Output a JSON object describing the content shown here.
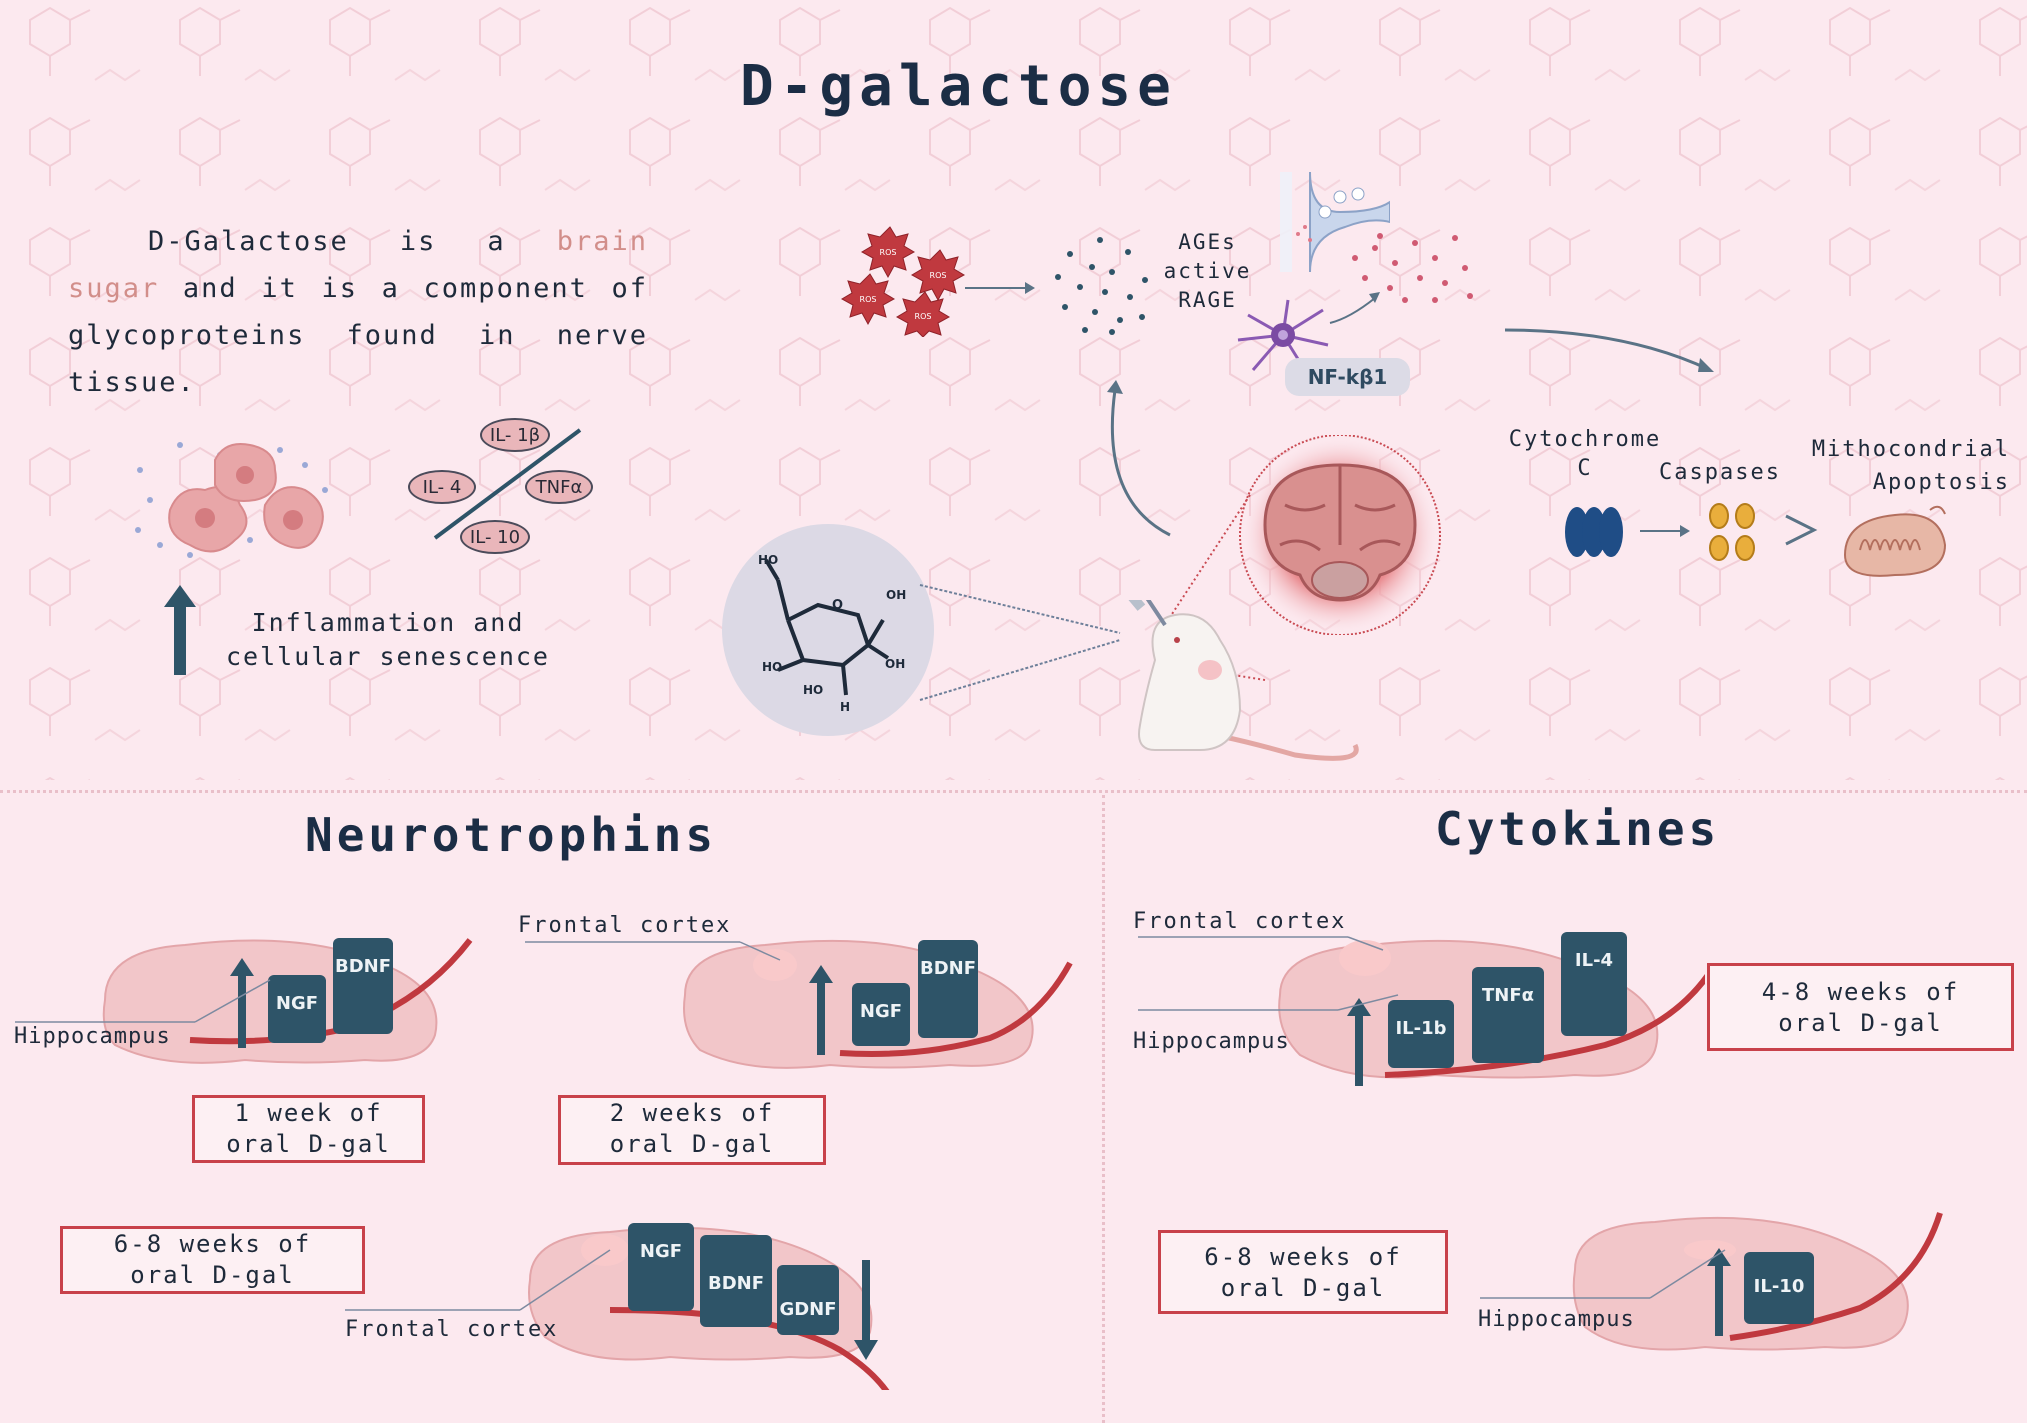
{
  "title": "D-galactose",
  "intro": {
    "p1": "D-Galactose is a ",
    "highlight": "brain sugar",
    "p2": " and it is a component of glycoproteins found in nerve tissue."
  },
  "inflammation": {
    "label": "Inflammation and cellular senescence",
    "cytokines": [
      "IL- 1β",
      "IL- 4",
      "TNFα",
      "IL- 10"
    ]
  },
  "pathway": {
    "ros_label": "ROS",
    "ages_label": "AGEs active RAGE",
    "nfkb_label": "NF-kβ1",
    "cytochrome_label": "Cytochrome C",
    "caspases_label": "Caspases",
    "mito_label": "Mithocondrial Apoptosis",
    "glucose_atoms": [
      "HO",
      "O",
      "HO",
      "HO",
      "OH",
      "OH",
      "H"
    ]
  },
  "neurotrophins": {
    "title": "Neurotrophins",
    "panel1": {
      "region": "Hippocampus",
      "bars": [
        "NGF",
        "BDNF"
      ],
      "duration": "1 week of oral D-gal",
      "direction": "up"
    },
    "panel2": {
      "region": "Frontal cortex",
      "bars": [
        "NGF",
        "BDNF"
      ],
      "duration": "2 weeks of oral D-gal",
      "direction": "up"
    },
    "panel3": {
      "region": "Frontal cortex",
      "bars": [
        "NGF",
        "BDNF",
        "GDNF"
      ],
      "duration": "6-8 weeks of oral D-gal",
      "direction": "down"
    }
  },
  "cytokines": {
    "title": "Cytokines",
    "panel1": {
      "regions": [
        "Frontal cortex",
        "Hippocampus"
      ],
      "bars": [
        "IL-1b",
        "TNFα",
        "IL-4"
      ],
      "duration": "4-8 weeks of oral D-gal",
      "direction": "up"
    },
    "panel2": {
      "region": "Hippocampus",
      "bars": [
        "IL-10"
      ],
      "duration": "6-8 weeks of oral D-gal",
      "direction": "up"
    }
  },
  "colors": {
    "background": "#fce9ef",
    "bar": "#2e5468",
    "curve": "#c0393f",
    "box_border": "#c8414a",
    "title": "#1b2d45"
  }
}
